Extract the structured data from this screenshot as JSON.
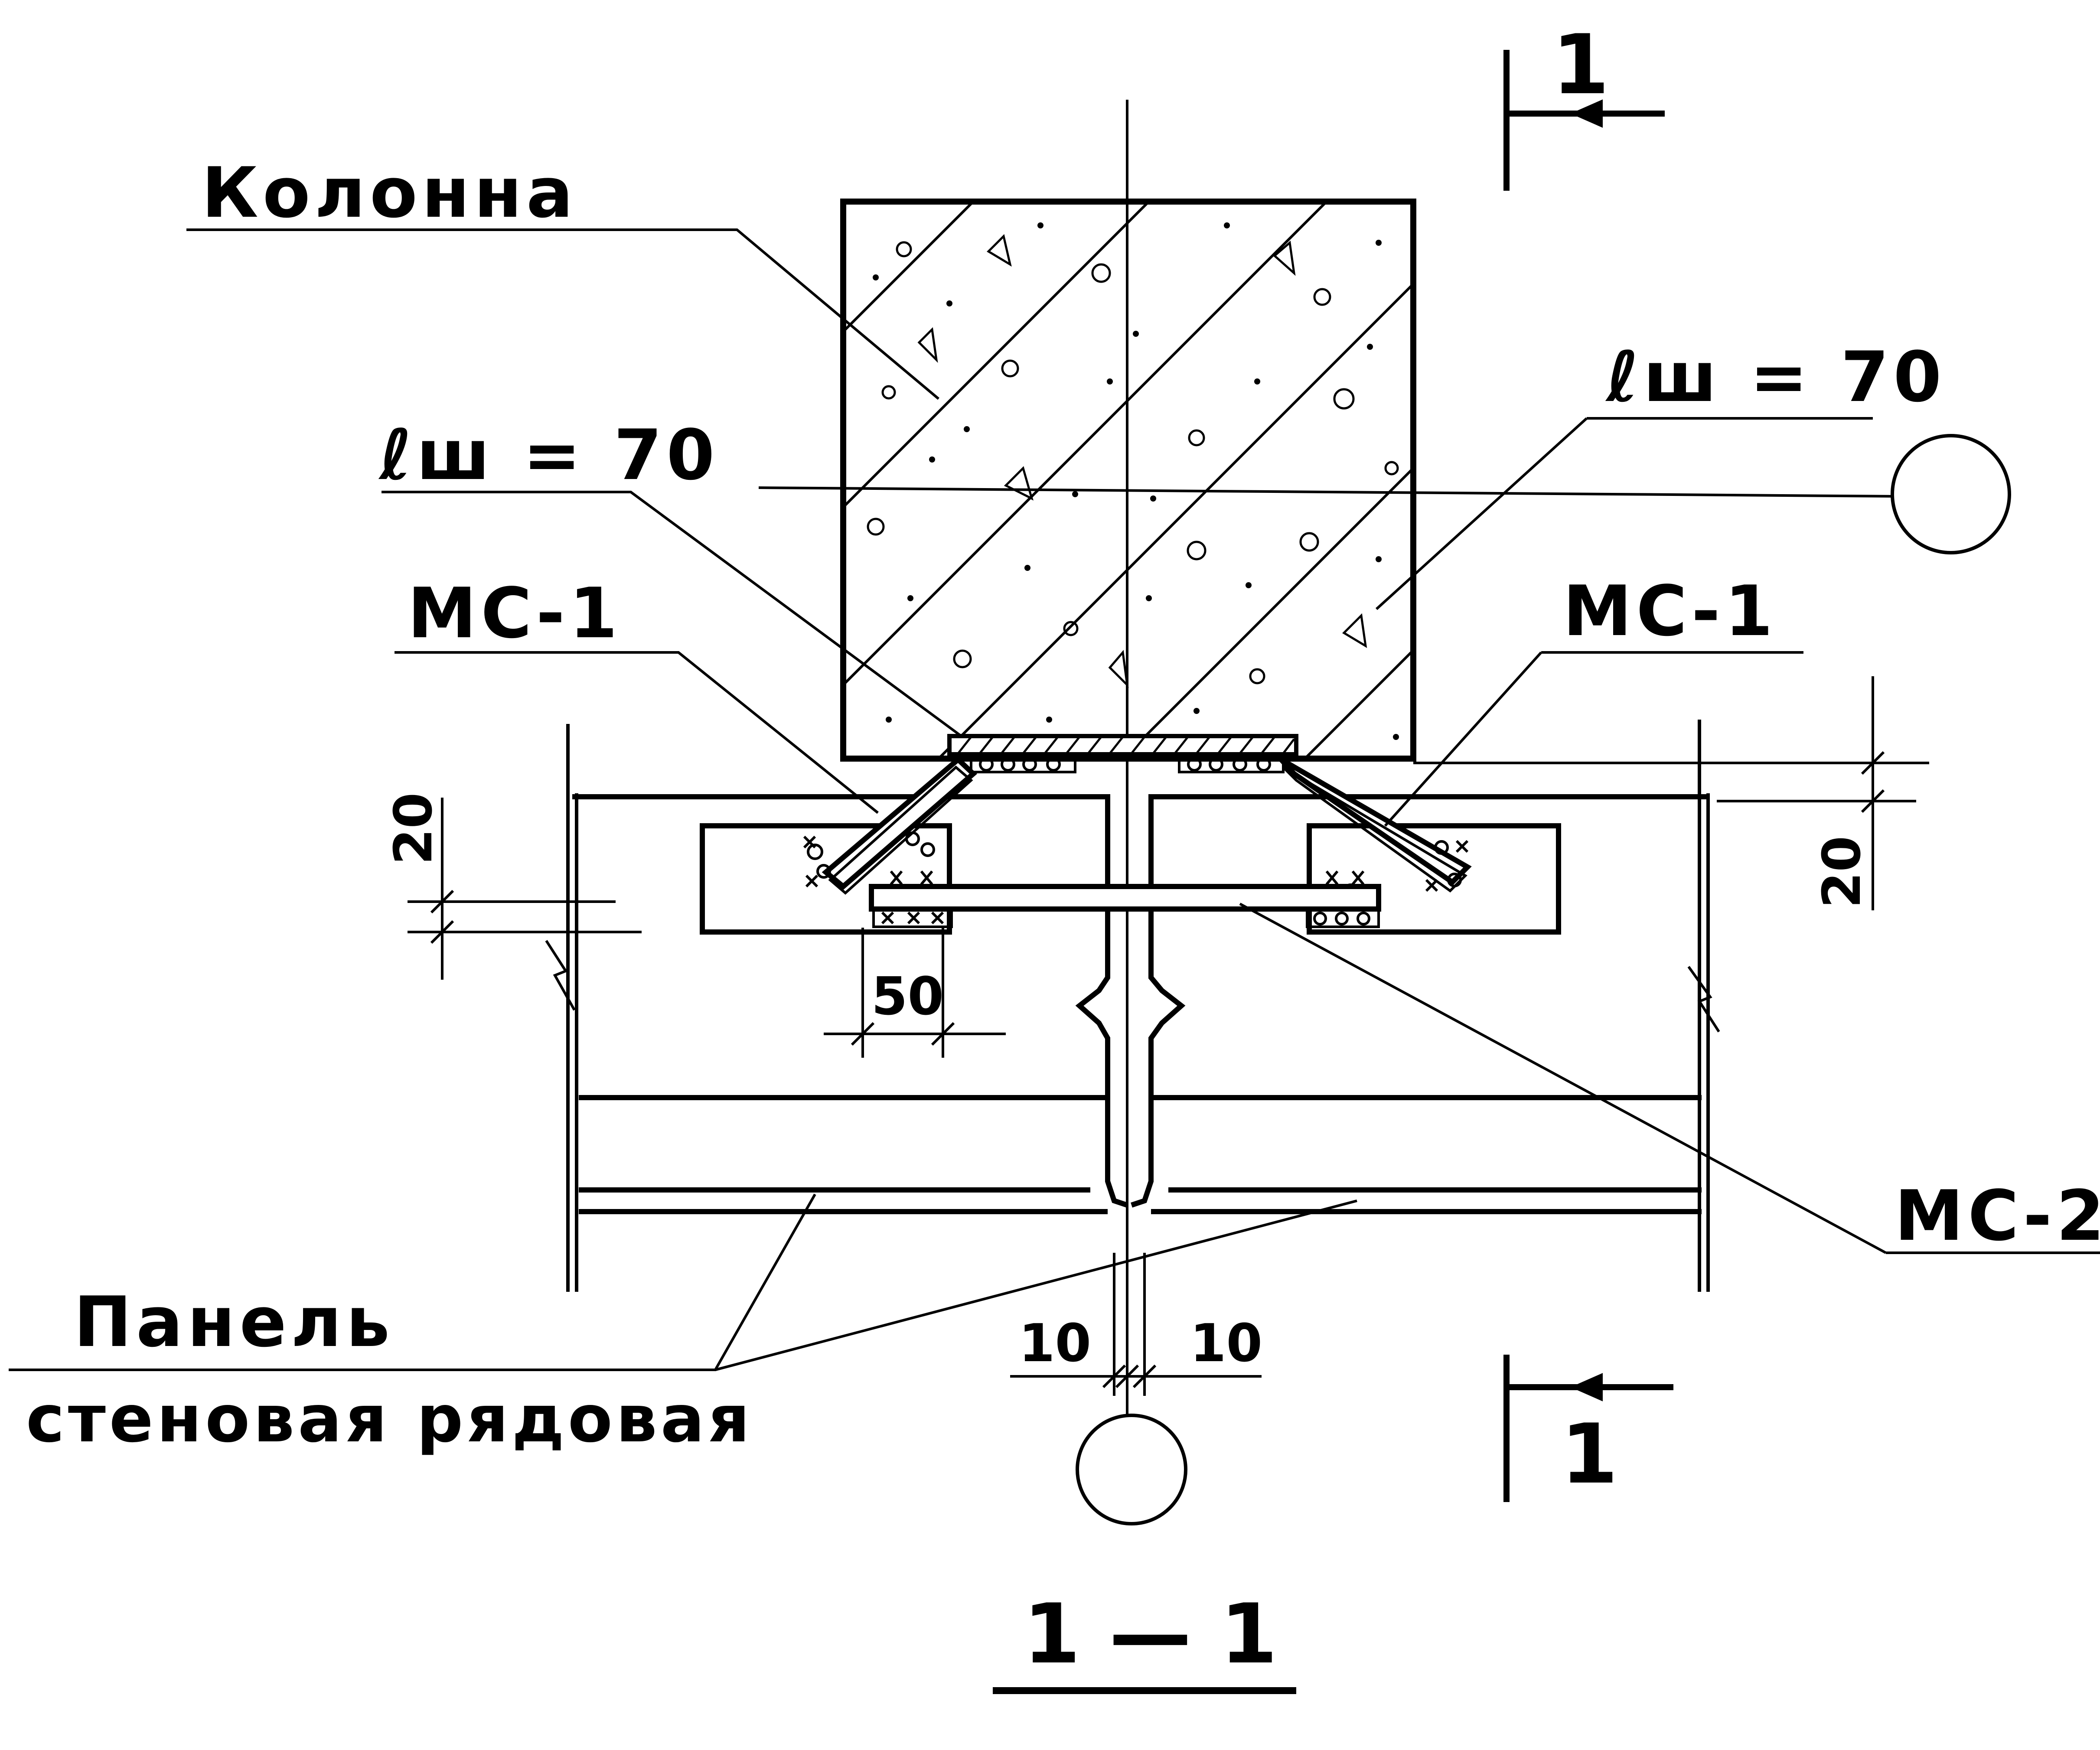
{
  "labels": {
    "column": "Колонна",
    "weld_left": "ℓш = 70",
    "weld_right": "ℓш = 70",
    "mc1_left": "МС-1",
    "mc1_right": "МС-1",
    "mc2": "МС-2",
    "panel_line1": "Панель",
    "panel_line2": "стеновая рядовая"
  },
  "dimensions": {
    "dim_20_left": "20",
    "dim_20_right": "20",
    "dim_50": "50",
    "dim_10_left": "10",
    "dim_10_right": "10"
  },
  "section_marks": {
    "top": "1",
    "bottom": "1"
  },
  "title": "1 — 1",
  "colors": {
    "line": "#000000",
    "background": "#ffffff"
  }
}
